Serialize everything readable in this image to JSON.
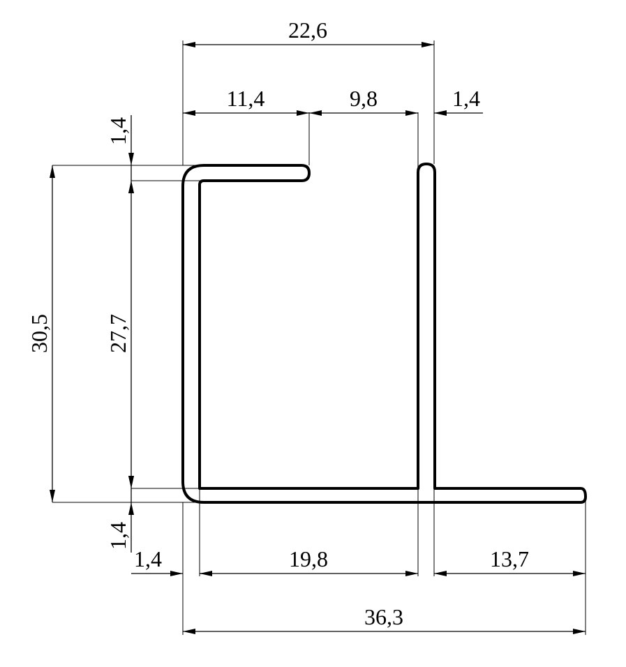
{
  "drawing": {
    "dimensions": {
      "overall_top_width": "22,6",
      "top_flange_length": "11,4",
      "opening_width": "9,8",
      "right_wall_thickness_top": "1,4",
      "top_flange_thickness": "1,4",
      "overall_height": "30,5",
      "inner_height": "27,7",
      "bottom_thickness": "1,4",
      "left_wall_thickness": "1,4",
      "inner_bottom_width": "19,8",
      "right_tail_length": "13,7",
      "overall_bottom_width": "36,3"
    }
  }
}
